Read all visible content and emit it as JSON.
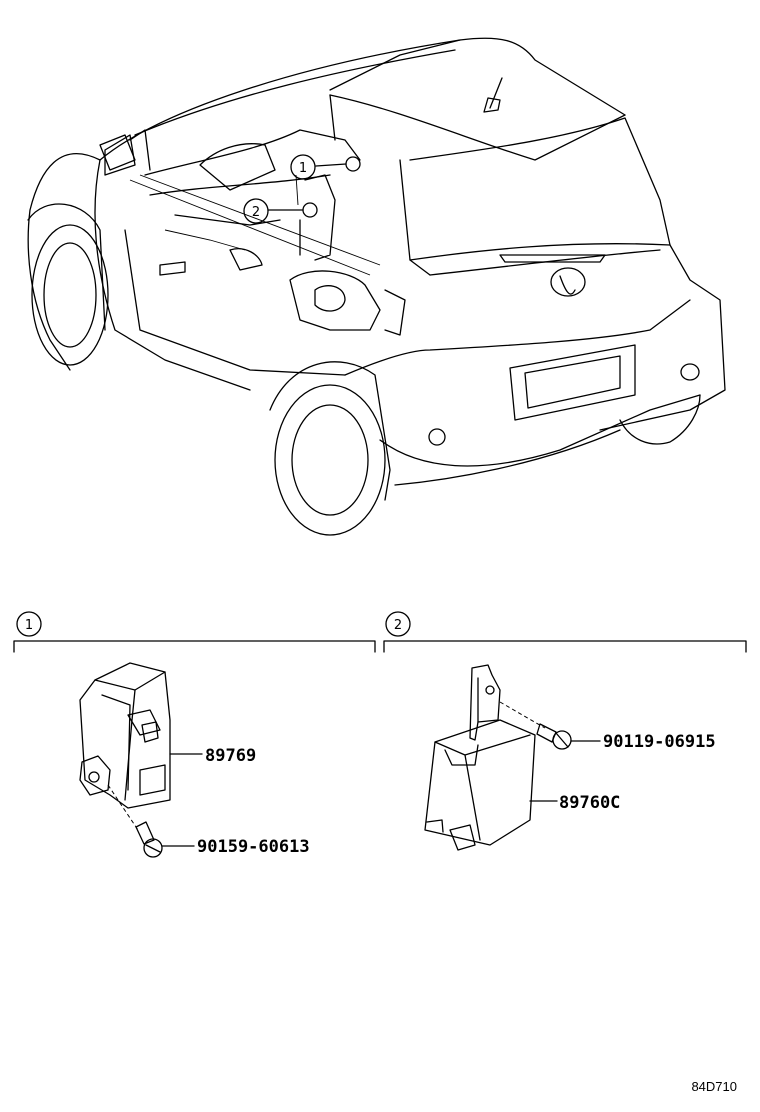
{
  "callouts": {
    "c1": "1",
    "c2": "2"
  },
  "parts": {
    "p89769": "89769",
    "p90159": "90159-60613",
    "p90119": "90119-06915",
    "p89760c": "89760C"
  },
  "drawing_code": "84D710",
  "icons": [
    "car-rear-view-drawing",
    "sensor-module",
    "control-module",
    "bolt"
  ]
}
